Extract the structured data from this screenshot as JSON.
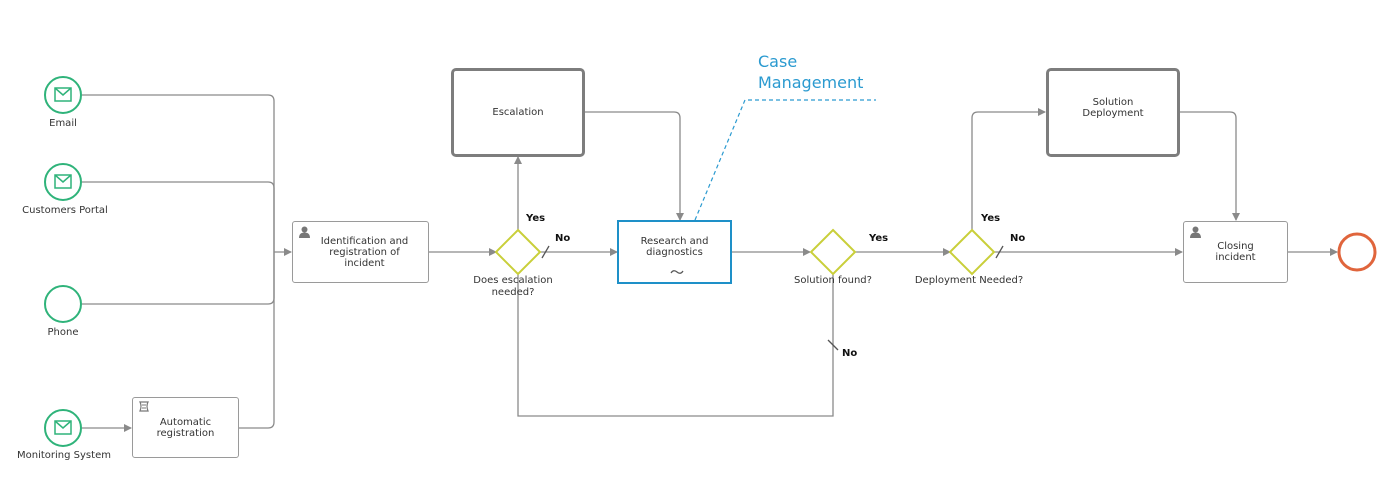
{
  "events": {
    "email": "Email",
    "portal": "Customers Portal",
    "phone": "Phone",
    "monitoring": "Monitoring System"
  },
  "tasks": {
    "auto_registration_1": "Automatic",
    "auto_registration_2": "registration",
    "identification_1": "Identification and",
    "identification_2": "registration of",
    "identification_3": "incident",
    "escalation": "Escalation",
    "research_1": "Research and",
    "research_2": "diagnostics",
    "solution_deploy_1": "Solution",
    "solution_deploy_2": "Deployment",
    "closing_1": "Closing",
    "closing_2": "incident"
  },
  "gateways": {
    "escalation_1": "Does escalation",
    "escalation_2": "needed?",
    "solution": "Solution found?",
    "deployment": "Deployment Needed?"
  },
  "flows": {
    "yes": "Yes",
    "no": "No"
  },
  "annotation": {
    "line1": "Case",
    "line2": "Management"
  },
  "colors": {
    "start_event": "#2fb37a",
    "end_event": "#e0653c",
    "gateway": "#c9cf3a",
    "case_border": "#1e90c8",
    "connector": "#8a8a8a"
  }
}
